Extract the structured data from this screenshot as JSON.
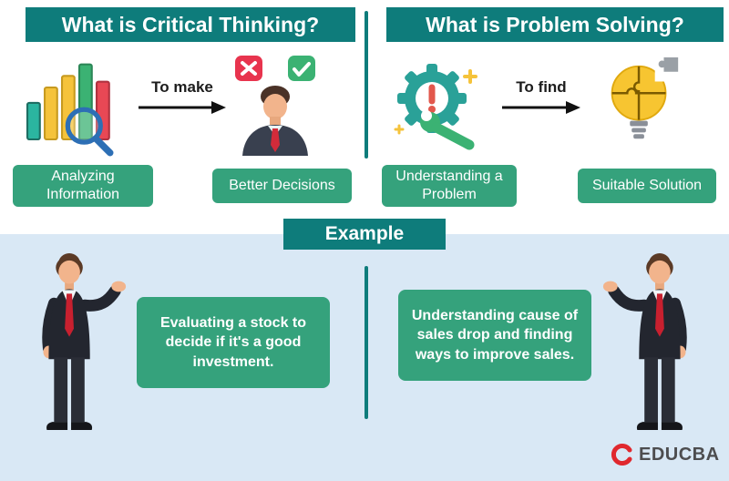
{
  "sections": {
    "critical": {
      "title": "What is Critical Thinking?",
      "arrow_label": "To make",
      "source": "Analyzing Information",
      "result": "Better Decisions"
    },
    "problem": {
      "title": "What is Problem Solving?",
      "arrow_label": "To find",
      "source": "Understanding a Problem",
      "result": "Suitable Solution"
    }
  },
  "example": {
    "title": "Example",
    "critical_example": "Evaluating a stock to decide if it's a good investment.",
    "problem_example": "Understanding cause of sales drop and finding ways to improve sales."
  },
  "brand": {
    "name": "EDUCBA"
  },
  "icons": {
    "critical_source": "bar-chart-magnifier-icon",
    "critical_result": "person-decisions-icon",
    "problem_source": "gear-wrench-icon",
    "problem_result": "puzzle-bulb-icon",
    "footer": "educba-logo-icon"
  },
  "colors": {
    "banner_teal": "#0E7C7B",
    "label_green": "#35A27C",
    "example_bg": "#D9E8F5",
    "brand_red": "#E0282E"
  }
}
